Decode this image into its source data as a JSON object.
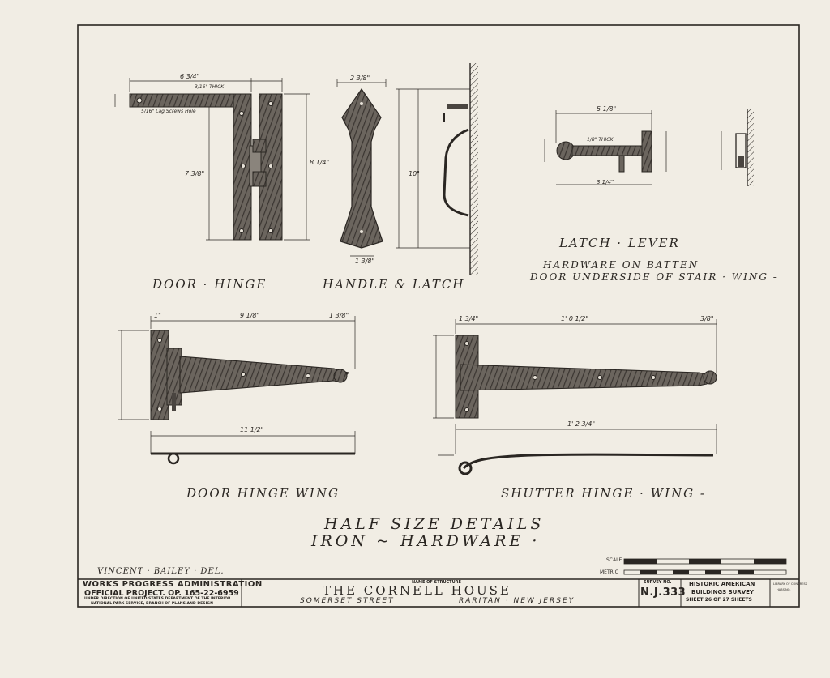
{
  "drawing": {
    "views": {
      "door_hinge": "DOOR · HINGE",
      "handle_latch": "HANDLE & LATCH",
      "latch_lever": "LATCH · LEVER",
      "hardware_note_1": "HARDWARE ON BATTEN",
      "hardware_note_2": "DOOR UNDERSIDE OF STAIR · WING -",
      "door_hinge_wing": "DOOR HINGE WING",
      "shutter_hinge_wing": "SHUTTER HINGE · WING -"
    },
    "main_title_1": "HALF  SIZE  DETAILS",
    "main_title_2": "IRON  ~  HARDWARE ·",
    "dims": {
      "dh_top": "6 3/4\"",
      "dh_thick": "3/16\" THICK",
      "dh_screw": "5/16\" Lag Screws Hole",
      "dh_height": "7 3/8\"",
      "dh_right": "8 1/4\"",
      "handle_w": "2 3/8\"",
      "handle_h": "10\"",
      "handle_bot": "1 3/8\"",
      "latch_w": "5 1/8\"",
      "latch_thick": "1/8\" THICK",
      "latch_bot": "3 1/4\"",
      "dhw_top": "9 1/8\"",
      "dhw_len": "11 1/2\"",
      "dhw_left": "1\"",
      "dhw_right": "1 3/8\"",
      "shw_top": "1' 0 1/2\"",
      "shw_len": "1' 2 3/4\"",
      "shw_left": "1 3/4\"",
      "shw_right": "3/8\""
    },
    "scale_label_1": "SCALE",
    "scale_label_2": "METRIC",
    "delineator": "VINCENT · BAILEY · DEL."
  },
  "title_block": {
    "wpa_1": "WORKS PROGRESS ADMINISTRATION",
    "wpa_2": "OFFICIAL PROJECT. OP. 165-22-6959",
    "wpa_3": "UNDER DIRECTION OF UNITED STATES DEPARTMENT OF THE INTERIOR",
    "wpa_4": "NATIONAL PARK SERVICE, BRANCH OF PLANS AND DESIGN",
    "name_label": "NAME OF STRUCTURE",
    "structure_name": "THE  CORNELL  HOUSE",
    "street": "SOMERSET  STREET",
    "location": "RARITAN · NEW JERSEY",
    "survey_label": "SURVEY NO.",
    "survey_no": "N.J.333",
    "habs_1": "HISTORIC AMERICAN",
    "habs_2": "BUILDINGS SURVEY",
    "sheet": "SHEET 26 OF 27 SHEETS",
    "loc_1": "LIBRARY OF CONGRESS",
    "loc_2": "HABS NO."
  },
  "colors": {
    "paper": "#f1ede4",
    "ink": "#2a2622",
    "iron": "#4a4540"
  }
}
